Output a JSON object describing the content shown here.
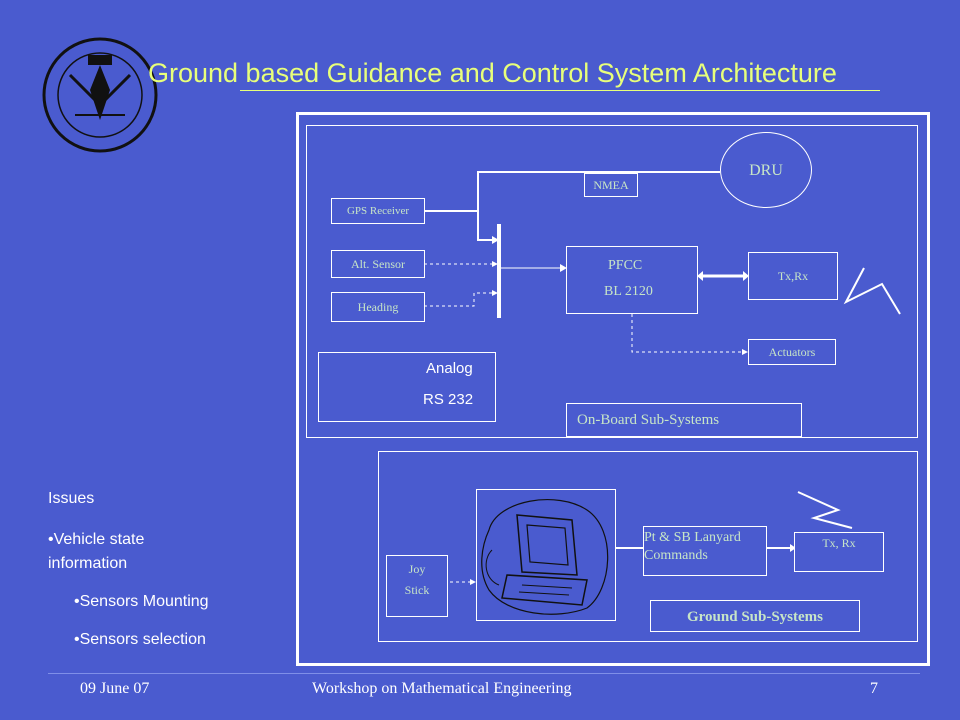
{
  "slide": {
    "title": "Ground based Guidance and Control System Architecture",
    "colors": {
      "background": "#4a5bcf",
      "title": "#e8ff7a",
      "box_text": "#c7e5c7",
      "line": "#ffffff"
    }
  },
  "diagram": {
    "onboard": {
      "label": "On-Board Sub-Systems",
      "dru": "DRU",
      "nmea": "NMEA",
      "gps_receiver": "GPS Receiver",
      "alt_sensor": "Alt. Sensor",
      "heading": "Heading",
      "pfcc_line1": "PFCC",
      "pfcc_line2": "BL 2120",
      "txrx": "Tx,Rx",
      "actuators": "Actuators"
    },
    "legend": {
      "analog": "Analog",
      "rs232": "RS 232"
    },
    "ground": {
      "label": "Ground Sub-Systems",
      "joystick_line1": "Joy",
      "joystick_line2": "Stick",
      "lanyard_line1": "Pt & SB Lanyard",
      "lanyard_line2": "Commands",
      "txrx": "Tx, Rx",
      "computer_icon": "computer-icon"
    }
  },
  "issues": {
    "heading": "Issues",
    "items": [
      "Vehicle state information"
    ],
    "subitems": [
      "Sensors Mounting",
      "Sensors selection"
    ]
  },
  "footer": {
    "date": "09 June 07",
    "event": "Workshop on Mathematical Engineering",
    "page": "7"
  },
  "logo": {
    "icon": "drdo-emblem-icon"
  }
}
